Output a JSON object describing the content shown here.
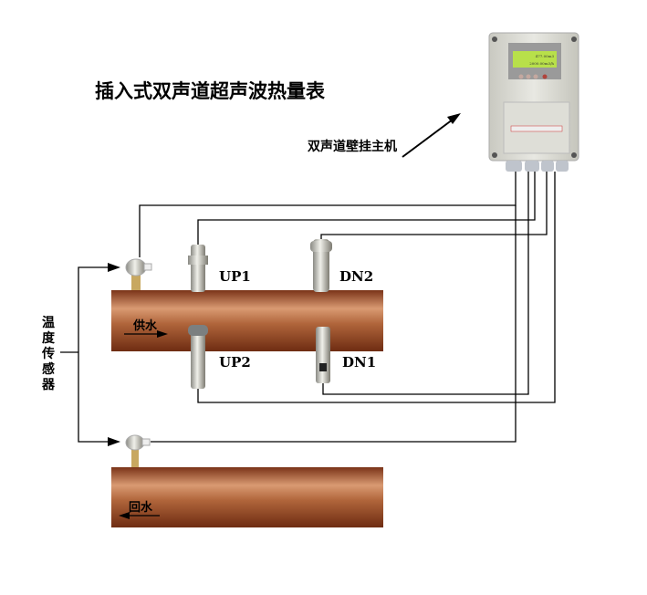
{
  "title": "插入式双声道超声波热量表",
  "host_label": "双声道壁挂主机",
  "temperature_sensor_label": "温度传感器",
  "supply_label": "供水",
  "return_label": "回水",
  "transducers": {
    "up1": "UP1",
    "dn2": "DN2",
    "up2": "UP2",
    "dn1": "DN1"
  },
  "device_screen": {
    "line1": "477.00m3",
    "line2": "2000.00m3/h"
  },
  "colors": {
    "pipe": "#a0552e",
    "screen": "#b8e04a",
    "wire": "#000000"
  }
}
